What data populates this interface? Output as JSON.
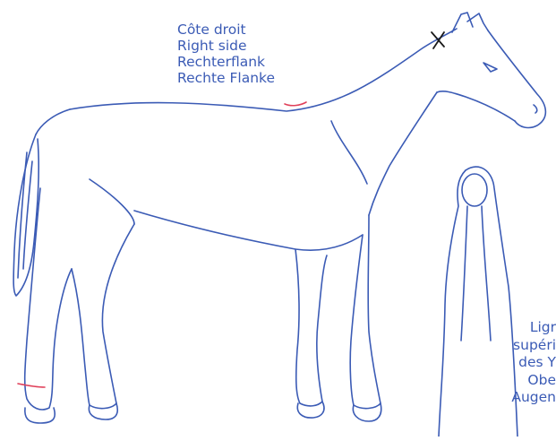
{
  "side_label": {
    "lines": [
      "Côte droit",
      "Right side",
      "Rechterflank",
      "Rechte Flanke"
    ]
  },
  "dorsal_label": {
    "lines": [
      "Ligr",
      "supéri",
      "des Y",
      "Obe",
      "Augen"
    ]
  },
  "colors": {
    "outline": "#3b5bb5",
    "marking": "#e0405a",
    "background": "#ffffff"
  },
  "markers": {
    "whorl_symbol": "cross-mark"
  }
}
